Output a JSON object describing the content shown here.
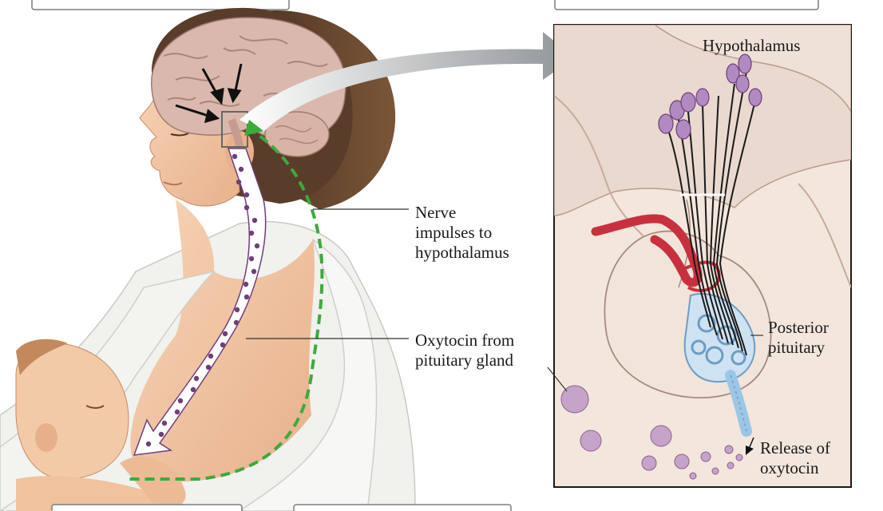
{
  "labels": {
    "nerve_impulses": "Nerve\nimpulses to\nhypothalamus",
    "oxytocin_from": "Oxytocin from\npituitary gland",
    "hypothalamus": "Hypothalamus",
    "posterior_pituitary": "Posterior\npituitary",
    "release_of_oxytocin": "Release of\noxytocin"
  },
  "colors": {
    "skin": "#f3c9a6",
    "skin_shade": "#e2a983",
    "hair": "#6b4a33",
    "brain": "#dab8ad",
    "robe": "#f1f1ee",
    "nerve_path": "#3bab3d",
    "oxytocin_dots": "#6f3f78",
    "vessel_red": "#c9303f",
    "vessel_blue": "#9cc6e6",
    "neuron_purple": "#b28ac2",
    "tissue": "#efe1d8"
  },
  "icons": {
    "connector_arrow": "curved-arrow-icon",
    "brain_pointers": "arrow-icon"
  }
}
